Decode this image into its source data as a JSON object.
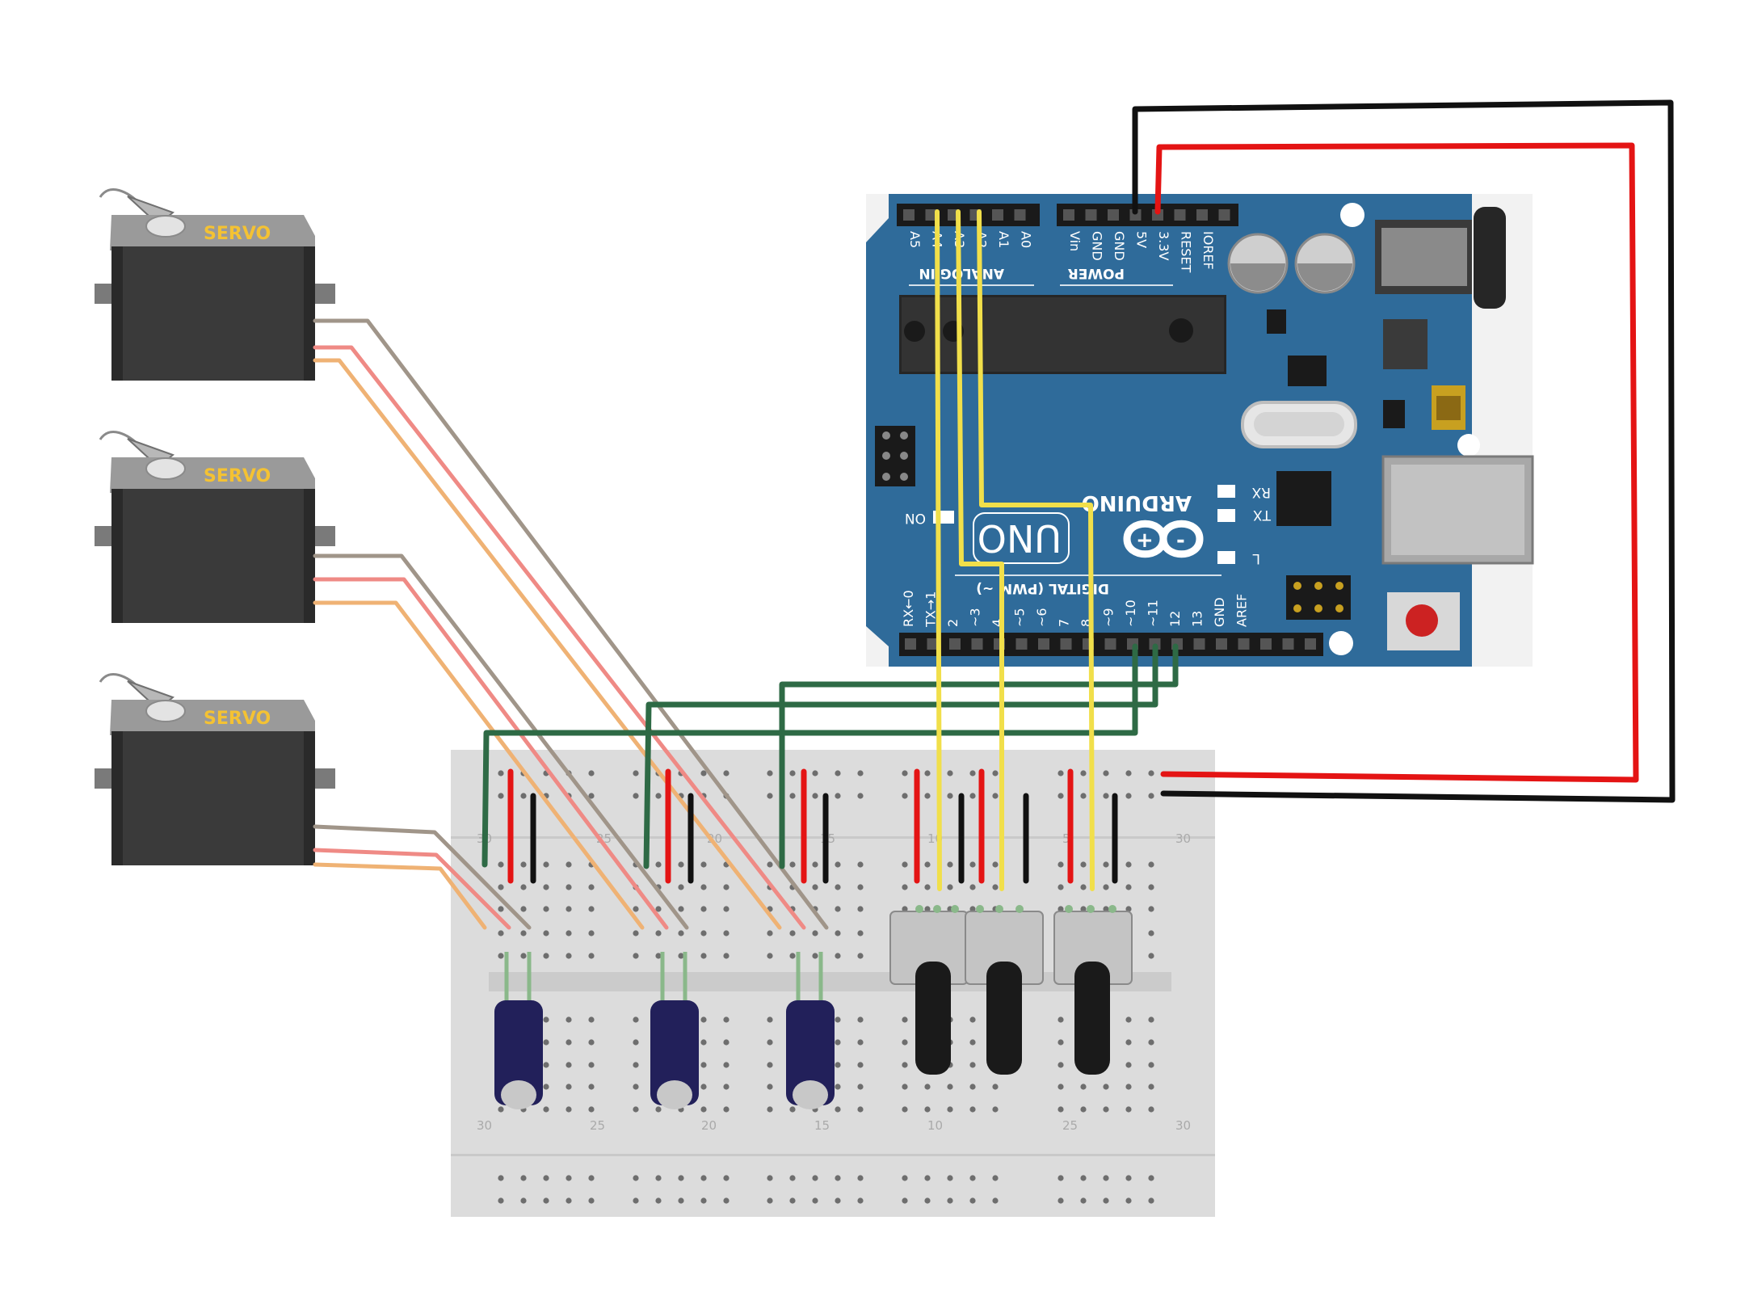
{
  "servos": [
    {
      "label": "SERVO"
    },
    {
      "label": "SERVO"
    },
    {
      "label": "SERVO"
    }
  ],
  "arduino": {
    "brand": "ARDUINO",
    "model": "UNO",
    "analog_header_title": "ANALOG IN",
    "analog_pins": [
      "A5",
      "A4",
      "A3",
      "A2",
      "A1",
      "A0"
    ],
    "power_header_title": "POWER",
    "power_pins": [
      "Vin",
      "GND",
      "GND",
      "5V",
      "3.3V",
      "RESET",
      "IOREF"
    ],
    "digital_header_title": "DIGITAL (PWM ~)",
    "digital_pins": [
      "RX←0",
      "TX→1",
      "2",
      "~3",
      "4",
      "~5",
      "~6",
      "7",
      "8",
      "~9",
      "~10",
      "~11",
      "12",
      "13",
      "GND",
      "AREF"
    ],
    "leds": {
      "rx": "RX",
      "tx": "TX",
      "l": "L",
      "on": "ON"
    }
  },
  "breadboard": {
    "top_row_numbers": [
      "30",
      "25",
      "20",
      "15",
      "10",
      "5",
      "30"
    ],
    "bottom_row_numbers": [
      "30",
      "25",
      "20",
      "15",
      "10",
      "25",
      "30"
    ]
  },
  "colors": {
    "board_blue": "#2f6b9a",
    "wire_red": "#e41414",
    "wire_black": "#111111",
    "wire_green": "#2e6a45",
    "wire_yellow": "#f1df4a",
    "servo_brown": "#a09589",
    "servo_red": "#ef8a85",
    "servo_orange": "#efb274",
    "servo_label": "#f4c233",
    "capacitor": "#22205a",
    "breadboard": "#dcdcdc"
  }
}
